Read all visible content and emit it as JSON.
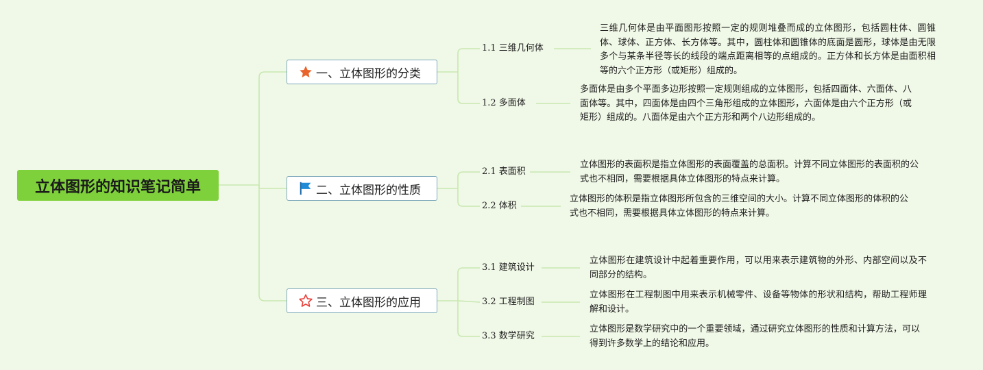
{
  "root": {
    "title": "立体图形的知识笔记简单"
  },
  "branches": [
    {
      "title": "一、立体图形的分类",
      "icon": "star-filled-icon",
      "icon_color": "#e8642c",
      "children": [
        {
          "title": "1.1 三维几何体",
          "note": "三维几何体是由平面图形按照一定的规则堆叠而成的立体图形，包括圆柱体、圆锥体、球体、正方体、长方体等。其中，圆柱体和圆锥体的底面是圆形，球体是由无限多个与某条半径等长的线段的端点距离相等的点组成的。正方体和长方体是由面积相等的六个正方形（或矩形）组成的。"
        },
        {
          "title": "1.2 多面体",
          "note": "多面体是由多个平面多边形按照一定规则组成的立体图形，包括四面体、六面体、八面体等。其中，四面体是由四个三角形组成的立体图形，六面体是由六个正方形（或矩形）组成的。八面体是由六个正方形和两个八边形组成的。"
        }
      ]
    },
    {
      "title": "二、立体图形的性质",
      "icon": "flag-icon",
      "icon_color": "#1f8ad6",
      "children": [
        {
          "title": "2.1 表面积",
          "note": "立体图形的表面积是指立体图形的表面覆盖的总面积。计算不同立体图形的表面积的公式也不相同，需要根据具体立体图形的特点来计算。"
        },
        {
          "title": "2.2 体积",
          "note": "立体图形的体积是指立体图形所包含的三维空间的大小。计算不同立体图形的体积的公式也不相同，需要根据具体立体图形的特点来计算。"
        }
      ]
    },
    {
      "title": "三、立体图形的应用",
      "icon": "star-outline-icon",
      "icon_color": "#e8403a",
      "children": [
        {
          "title": "3.1 建筑设计",
          "note": "立体图形在建筑设计中起着重要作用，可以用来表示建筑物的外形、内部空间以及不同部分的结构。"
        },
        {
          "title": "3.2 工程制图",
          "note": "立体图形在工程制图中用来表示机械零件、设备等物体的形状和结构，帮助工程师理解和设计。"
        },
        {
          "title": "3.3 数学研究",
          "note": "立体图形是数学研究中的一个重要领域，通过研究立体图形的性质和计算方法，可以得到许多数学上的结论和应用。"
        }
      ]
    }
  ]
}
